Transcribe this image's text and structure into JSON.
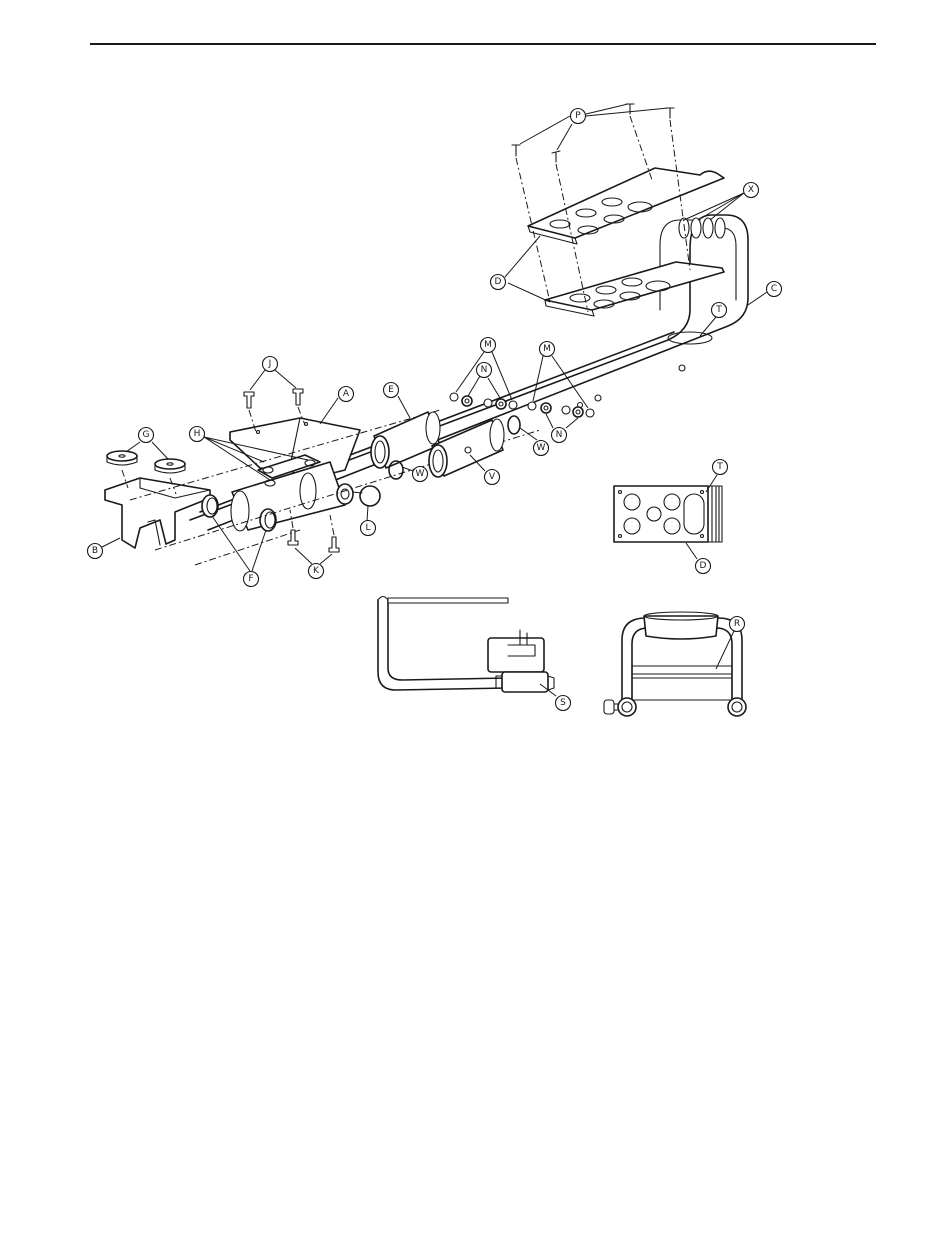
{
  "labels": {
    "P": "P",
    "X": "X",
    "D": "D",
    "C": "C",
    "T": "T",
    "M": "M",
    "N": "N",
    "J": "J",
    "A": "A",
    "E": "E",
    "G": "G",
    "H": "H",
    "W": "W",
    "V": "V",
    "B": "B",
    "L": "L",
    "F": "F",
    "K": "K",
    "S": "S",
    "R": "R"
  }
}
